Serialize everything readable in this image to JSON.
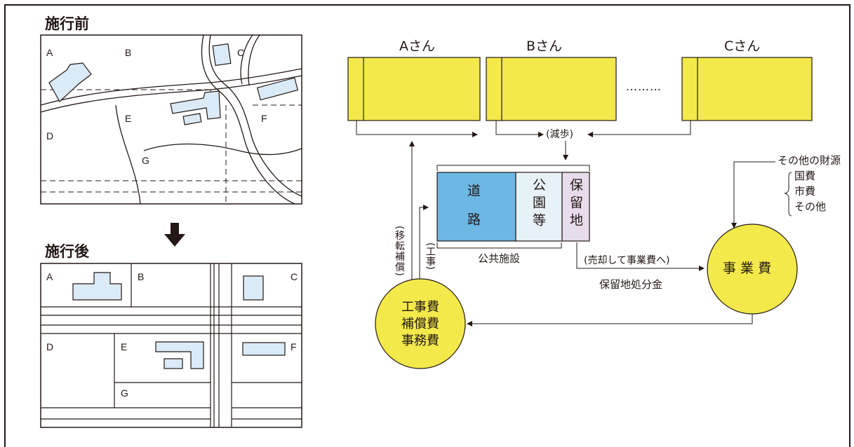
{
  "before": {
    "title": "施行前",
    "parcels": [
      "A",
      "B",
      "C",
      "D",
      "E",
      "F",
      "G"
    ]
  },
  "after": {
    "title": "施行後",
    "parcels": [
      "A",
      "B",
      "C",
      "D",
      "E",
      "F",
      "G"
    ]
  },
  "landowners": [
    "Aさん",
    "Bさん",
    "Cさん"
  ],
  "ellipsis": "………",
  "reduction_label": "(減歩)",
  "public_land": {
    "road": "道路",
    "park": "公園等",
    "reserve": "保留地",
    "facilities_label": "公共施設"
  },
  "relocation_label": "(移転補償)",
  "construction_label": "(工事)",
  "sale_label": "(売却して事業費へ)",
  "reserve_proceeds": "保留地処分金",
  "other_funds": {
    "title": "その他の財源",
    "items": [
      "国費",
      "市費",
      "その他"
    ]
  },
  "project_cost": "事 業 費",
  "expenses": [
    "工事費",
    "補償費",
    "事務費"
  ],
  "colors": {
    "land_yellow": "#f3e94a",
    "road_blue": "#6cb7e4",
    "park_light": "#e7f1f8",
    "reserve_purple": "#e7dcea",
    "circle_yellow": "#f3e94a",
    "building_fill": "#dbeaf7"
  }
}
